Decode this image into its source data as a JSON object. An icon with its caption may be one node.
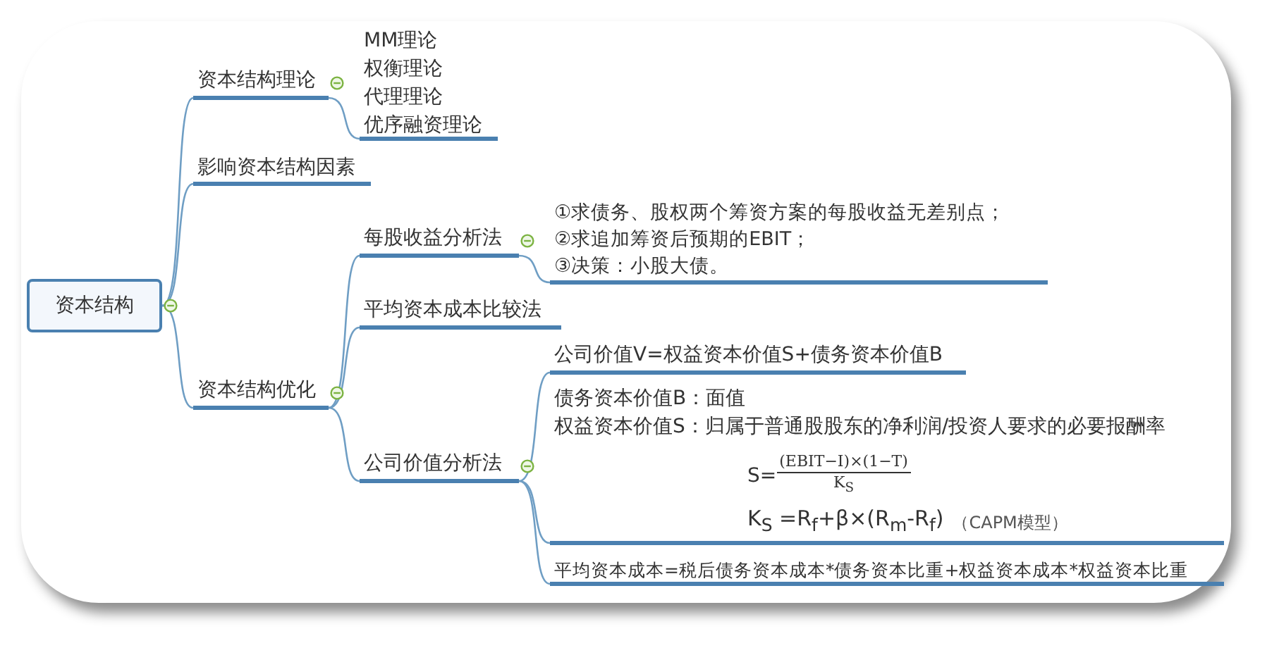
{
  "diagram": {
    "nodes": [
      {
        "text": [
          "资本结构"
        ]
      },
      {
        "text": [
          "资本结构理论"
        ]
      },
      {
        "text": [
          "MM理论",
          "权衡理论",
          "代理理论",
          "优序融资理论"
        ]
      },
      {
        "text": [
          "影响资本结构因素"
        ]
      },
      {
        "text": [
          "资本结构优化"
        ]
      },
      {
        "text": [
          "每股收益分析法"
        ]
      },
      {
        "text": [
          "①求债务、股权两个筹资方案的每股收益无差别点；",
          "②求追加筹资后预期的EBIT；",
          "③决策：小股大债。"
        ]
      },
      {
        "text": [
          "平均资本成本比较法"
        ]
      },
      {
        "text": [
          "公司价值分析法"
        ]
      },
      {
        "text": [
          "公司价值V=权益资本价值S+债务资本价值B"
        ]
      },
      {
        "text": [
          "债务资本价值B：面值",
          "权益资本价值S：归属于普通股股东的净利润/投资人要求的必要报酬率",
          "S=",
          "(EBIT−I)×(1−T)",
          "K$_{S}$",
          "K$_{S}$ =R$_{f}$+β×(R$_{m}$-R$_{f}$)",
          "（CAPM模型）"
        ]
      },
      {
        "text": [
          "平均资本成本=税后债务资本成本*债务资本比重+权益资本成本*权益资本比重"
        ]
      }
    ],
    "edges": [
      {
        "from": 0,
        "to": 1,
        "arrow": "none"
      },
      {
        "from": 0,
        "to": 3,
        "arrow": "none"
      },
      {
        "from": 0,
        "to": 4,
        "arrow": "none"
      },
      {
        "from": 1,
        "to": 2,
        "arrow": "none"
      },
      {
        "from": 4,
        "to": 5,
        "arrow": "none"
      },
      {
        "from": 4,
        "to": 7,
        "arrow": "none"
      },
      {
        "from": 4,
        "to": 8,
        "arrow": "none"
      },
      {
        "from": 5,
        "to": 6,
        "arrow": "none"
      },
      {
        "from": 8,
        "to": 9,
        "arrow": "none"
      },
      {
        "from": 8,
        "to": 10,
        "arrow": "none"
      },
      {
        "from": 8,
        "to": 11,
        "arrow": "none"
      }
    ]
  }
}
